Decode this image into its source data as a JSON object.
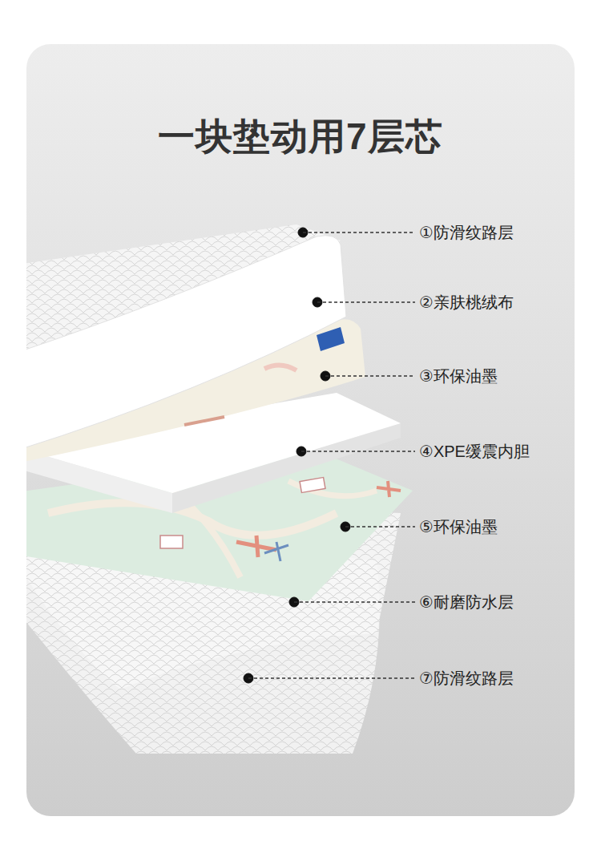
{
  "diagram": {
    "title": "一块垫动用7层芯",
    "labels": [
      "①防滑纹路层",
      "②亲肤桃绒布",
      "③环保油墨",
      "④XPE缓震内胆",
      "⑤环保油墨",
      "⑥耐磨防水层",
      "⑦防滑纹路层"
    ]
  }
}
